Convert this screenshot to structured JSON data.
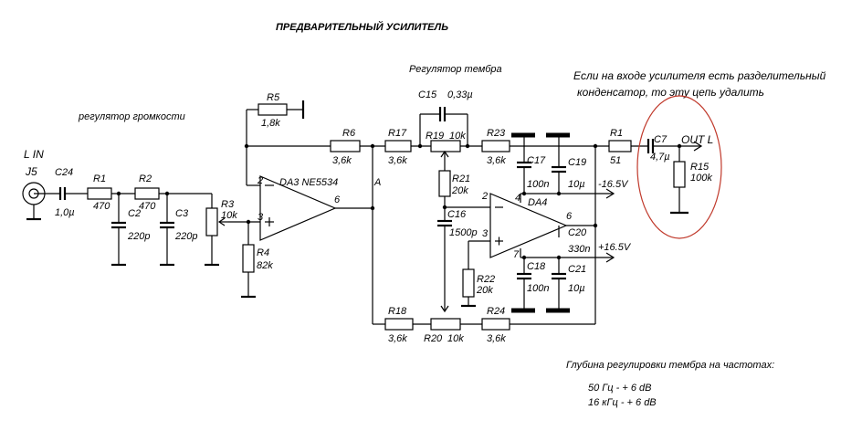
{
  "title": "ПРЕДВАРИТЕЛЬНЫЙ УСИЛИТЕЛЬ",
  "section_volume": "регулятор громкости",
  "section_tone": "Регулятор тембра",
  "note_line1": "Если на входе усилителя есть разделительный",
  "note_line2": "конденсатор, то эту цепь удалить",
  "depth_title": "Глубина регулировки тембра на частотах:",
  "depth_line1": "50 Гц  - + 6 dB",
  "depth_line2": "16 кГц  - + 6 dB",
  "input_label": "L IN",
  "jack": "J5",
  "output_label": "OUT L",
  "supply_neg": "-16.5V",
  "supply_pos": "+16.5V",
  "pin_labels": [
    "2",
    "3",
    "6",
    "2",
    "4",
    "3",
    "6",
    "7"
  ],
  "opamps": {
    "da3": {
      "ref": "DA3 NE5534",
      "suffix": "A"
    },
    "da4": {
      "ref": "DA4"
    }
  },
  "components": {
    "C24": {
      "ref": "C24",
      "value": "1,0µ"
    },
    "R1a": {
      "ref": "R1",
      "value": "470"
    },
    "R2": {
      "ref": "R2",
      "value": "470"
    },
    "C2": {
      "ref": "C2",
      "value": "220p"
    },
    "C3": {
      "ref": "C3",
      "value": "220p"
    },
    "R3": {
      "ref": "R3",
      "value": "10k"
    },
    "R4": {
      "ref": "R4",
      "value": "82k"
    },
    "R5": {
      "ref": "R5",
      "value": "1,8k"
    },
    "R6": {
      "ref": "R6",
      "value": "3,6k"
    },
    "R17": {
      "ref": "R17",
      "value": "3,6k"
    },
    "C15": {
      "ref": "C15",
      "value": "0,33µ"
    },
    "R19": {
      "ref": "R19",
      "value": "10k"
    },
    "R23": {
      "ref": "R23",
      "value": "3,6k"
    },
    "R21": {
      "ref": "R21",
      "value": "20k"
    },
    "C16": {
      "ref": "C16",
      "value": "1500p"
    },
    "R22": {
      "ref": "R22",
      "value": "20k"
    },
    "R18": {
      "ref": "R18",
      "value": "3,6k"
    },
    "R20": {
      "ref": "R20",
      "value": "10k"
    },
    "R24": {
      "ref": "R24",
      "value": "3,6k"
    },
    "C17": {
      "ref": "C17",
      "value": "100n"
    },
    "C19": {
      "ref": "C19",
      "value": "10µ"
    },
    "C18": {
      "ref": "C18",
      "value": "100n"
    },
    "C21": {
      "ref": "C21",
      "value": "10µ"
    },
    "C20": {
      "ref": "C20",
      "value": "330n"
    },
    "R1b": {
      "ref": "R1",
      "value": "51"
    },
    "C7": {
      "ref": "C7",
      "value": "4,7µ"
    },
    "R15": {
      "ref": "R15",
      "value": "100k"
    }
  },
  "colors": {
    "wire": "#000000",
    "highlight_circle": "#c0392b",
    "background": "#ffffff"
  }
}
